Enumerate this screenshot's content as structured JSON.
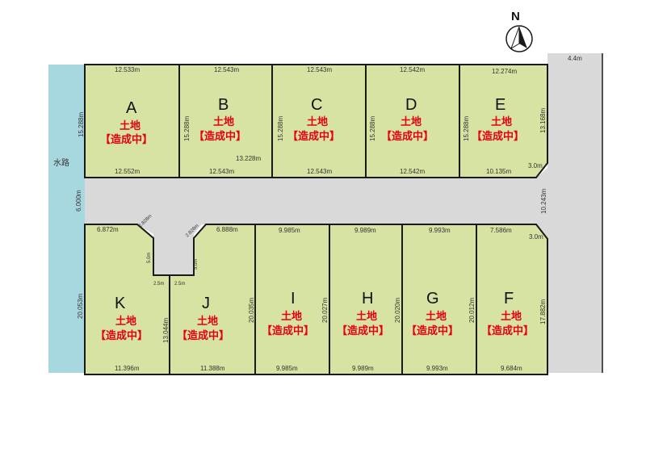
{
  "colors": {
    "lot_fill": "#d6e3a2",
    "road": "#d9d9d9",
    "waterway": "#a8d8df",
    "status_text": "#e60012",
    "outline": "#1a1a1a"
  },
  "compass": {
    "label": "N",
    "icon": "north-arrow-icon"
  },
  "labels": {
    "waterway": "水路",
    "road_width_right": "4.4m",
    "road_width_main": "6.000m"
  },
  "lot_status_line1": "土地",
  "lot_status_line2": "【造成中】",
  "lots": {
    "A": {
      "letter": "A",
      "top": "12.533m",
      "bottom": "12.552m",
      "left": "15.288m"
    },
    "B": {
      "letter": "B",
      "top": "12.543m",
      "bottom": "12.543m",
      "left": "15.288m",
      "right": "13.228m"
    },
    "C": {
      "letter": "C",
      "top": "12.543m",
      "bottom": "12.543m",
      "left": "15.288m"
    },
    "D": {
      "letter": "D",
      "top": "12.542m",
      "bottom": "12.542m",
      "left": "15.288m"
    },
    "E": {
      "letter": "E",
      "top": "12.274m",
      "bottom": "10.135m",
      "left": "15.288m",
      "right": "13.168m",
      "corner": "3.0m"
    },
    "K": {
      "letter": "K",
      "top": "6.872m",
      "bottom": "11.396m",
      "left": "20.053m",
      "right": "13.044m",
      "corner": "2.828m",
      "notch_side": "5.0m",
      "notch_bottom": "2.5m"
    },
    "J": {
      "letter": "J",
      "top": "6.888m",
      "bottom": "11.388m",
      "right": "20.035m",
      "corner": "2.828m",
      "notch_side": "5.0m",
      "notch_bottom": "2.5m"
    },
    "I": {
      "letter": "I",
      "top": "9.985m",
      "bottom": "9.985m",
      "right": "20.027m"
    },
    "H": {
      "letter": "H",
      "top": "9.989m",
      "bottom": "9.989m",
      "right": "20.020m"
    },
    "G": {
      "letter": "G",
      "top": "9.993m",
      "bottom": "9.993m",
      "right": "20.012m"
    },
    "F": {
      "letter": "F",
      "top": "7.586m",
      "bottom": "9.684m",
      "right": "17.882m",
      "corner": "3.0m",
      "frontage": "10.243m"
    }
  }
}
